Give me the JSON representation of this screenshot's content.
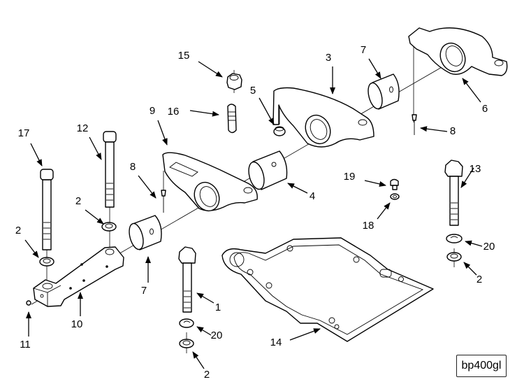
{
  "figure": {
    "id_label": "bp400gl",
    "title": "Rocker lever and shaft assembly — exploded view"
  },
  "callouts": [
    {
      "n": "15",
      "part": "nut"
    },
    {
      "n": "16",
      "part": "adjusting-screw"
    },
    {
      "n": "5",
      "part": "socket"
    },
    {
      "n": "3",
      "part": "rocker-lever"
    },
    {
      "n": "7",
      "part": "bushing"
    },
    {
      "n": "6",
      "part": "rocker-lever"
    },
    {
      "n": "8",
      "part": "plug"
    },
    {
      "n": "9",
      "part": "rocker-lever"
    },
    {
      "n": "8",
      "part": "plug"
    },
    {
      "n": "4",
      "part": "bushing"
    },
    {
      "n": "17",
      "part": "capscrew"
    },
    {
      "n": "12",
      "part": "capscrew"
    },
    {
      "n": "2",
      "part": "washer"
    },
    {
      "n": "2",
      "part": "washer"
    },
    {
      "n": "7",
      "part": "bushing"
    },
    {
      "n": "10",
      "part": "rocker-shaft"
    },
    {
      "n": "11",
      "part": "plug"
    },
    {
      "n": "19",
      "part": "screw"
    },
    {
      "n": "18",
      "part": "washer"
    },
    {
      "n": "13",
      "part": "capscrew"
    },
    {
      "n": "20",
      "part": "lockwasher"
    },
    {
      "n": "2",
      "part": "washer"
    },
    {
      "n": "1",
      "part": "capscrew"
    },
    {
      "n": "20",
      "part": "lockwasher"
    },
    {
      "n": "2",
      "part": "washer"
    },
    {
      "n": "14",
      "part": "gasket"
    }
  ]
}
